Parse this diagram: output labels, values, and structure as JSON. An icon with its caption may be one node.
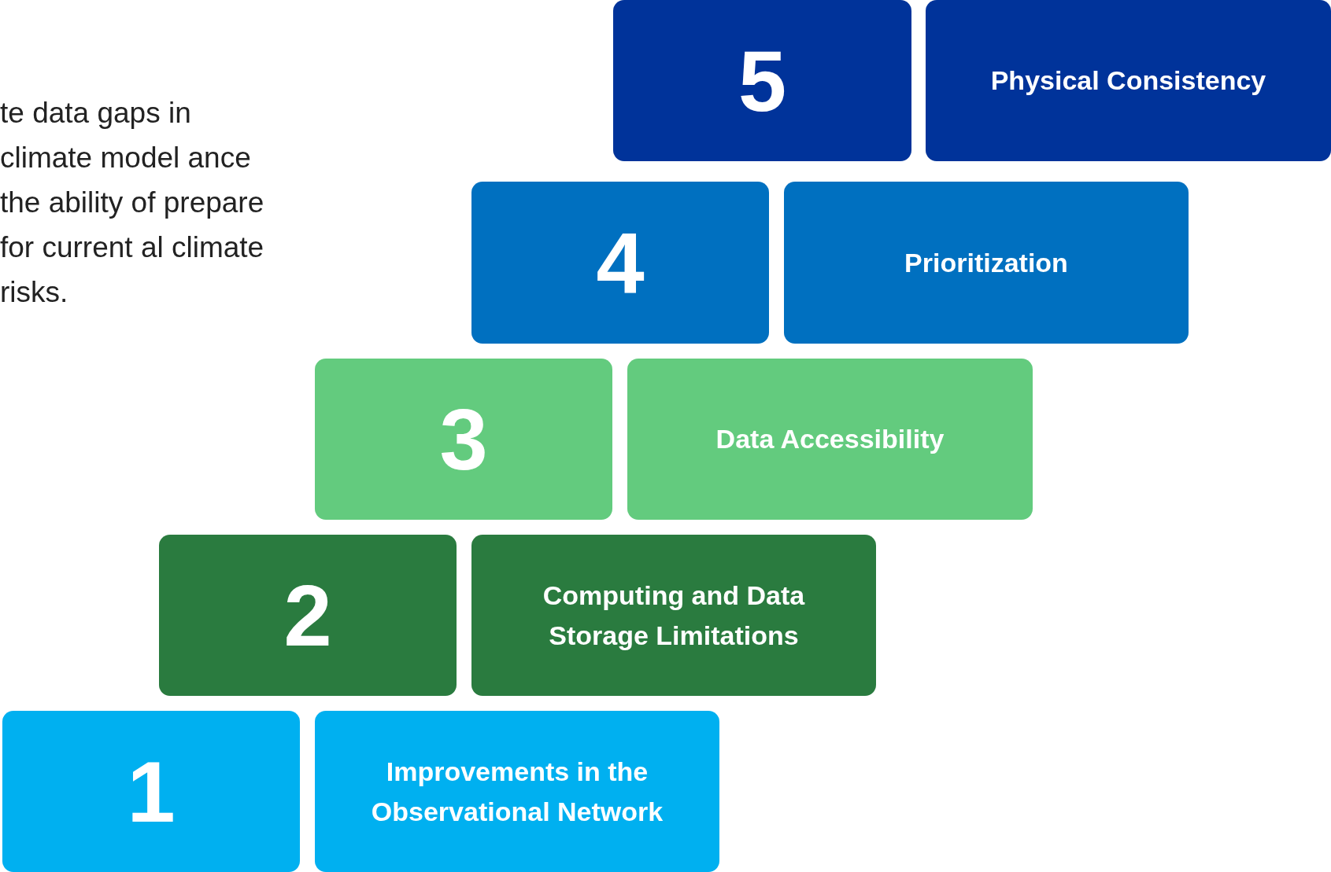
{
  "diagram": {
    "nodes": [
      {
        "text": [
          "5"
        ]
      },
      {
        "text": [
          "Physical Consistency"
        ]
      },
      {
        "text": [
          "4"
        ]
      },
      {
        "text": [
          "Prioritization"
        ]
      },
      {
        "text": [
          "3"
        ]
      },
      {
        "text": [
          "Data Accessibility"
        ]
      },
      {
        "text": [
          "2"
        ]
      },
      {
        "text": [
          "Computing and Data Storage Limitations"
        ]
      },
      {
        "text": [
          "1"
        ]
      },
      {
        "text": [
          "Improvements in the Observational Network"
        ]
      }
    ],
    "labels": [
      "te data gaps in climate model ance the ability of prepare for current al climate risks."
    ]
  }
}
